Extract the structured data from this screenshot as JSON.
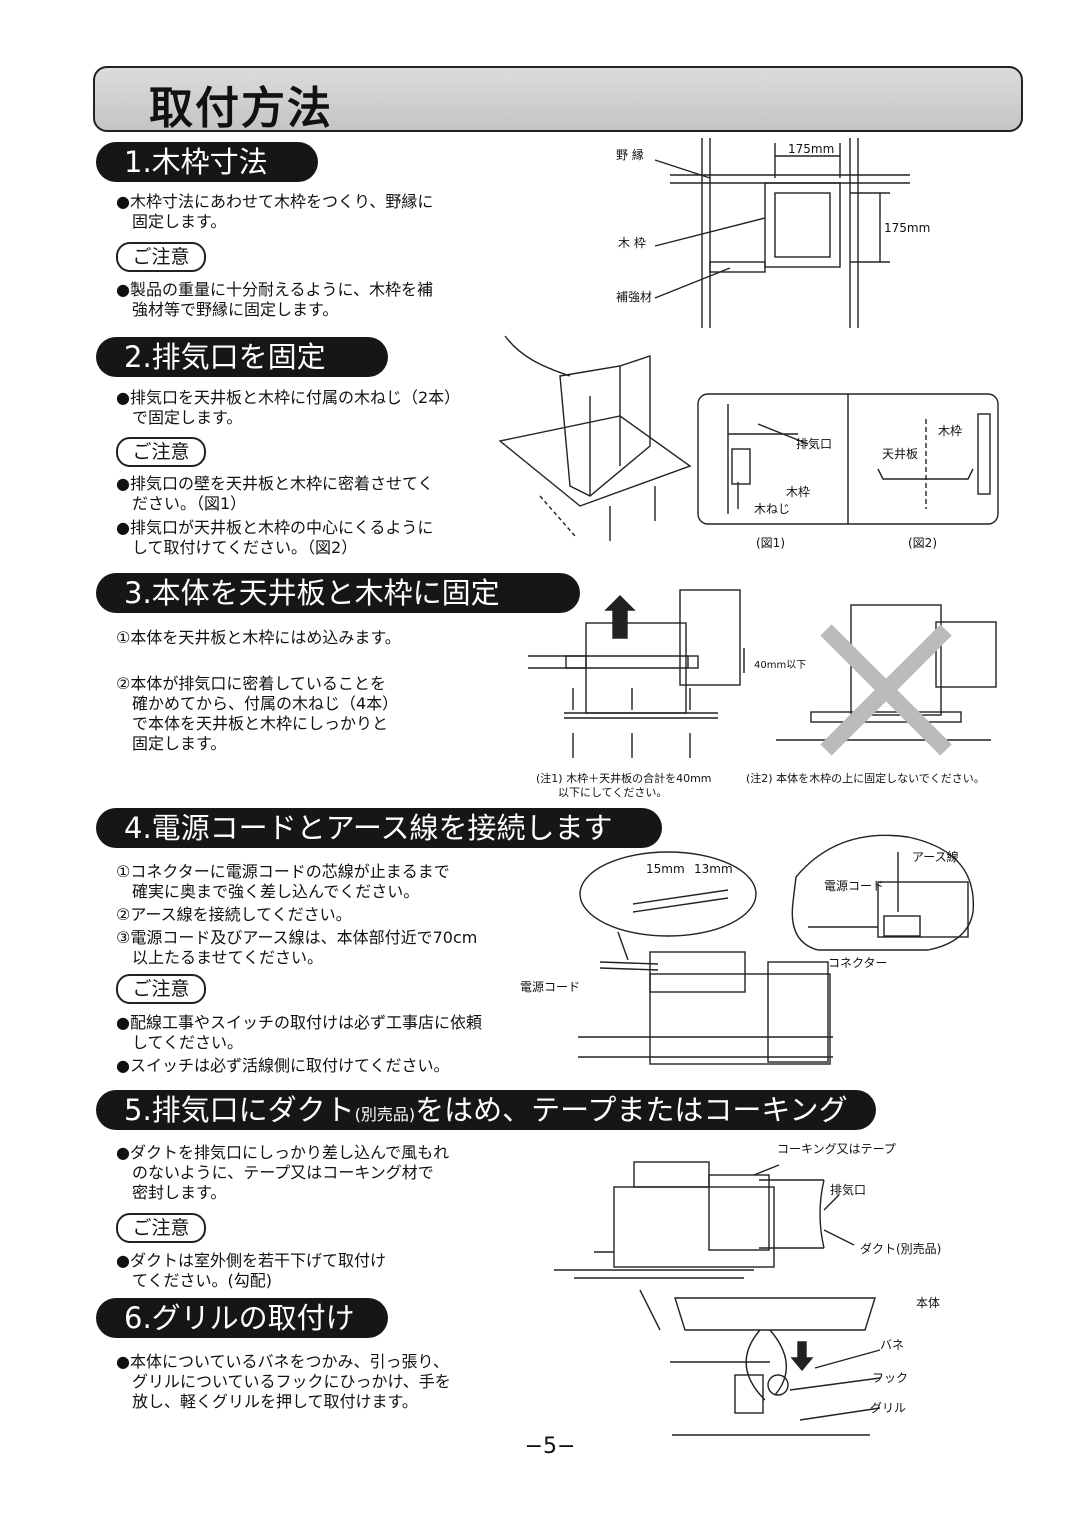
{
  "page_title": "取付方法",
  "caution_label": "ご注意",
  "page_number": "−5−",
  "s1": {
    "heading": "1.木枠寸法",
    "bullet1": [
      "●木枠寸法にあわせて木枠をつくり、野縁に",
      "　固定します。"
    ],
    "caution1": [
      "●製品の重量に十分耐えるように、木枠を補",
      "　強材等で野縁に固定します。"
    ],
    "fig": {
      "label_noen": "野 縁",
      "label_wakuwaku": "木 枠",
      "label_hokyo": "補強材",
      "dim_w": "175mm",
      "dim_h": "175mm"
    }
  },
  "s2": {
    "heading": "2.排気口を固定",
    "bullet1": [
      "●排気口を天井板と木枠に付属の木ねじ（2本）",
      "　で固定します。"
    ],
    "caution1": [
      "●排気口の壁を天井板と木枠に密着させてく",
      "　ださい。（図1）"
    ],
    "caution2": [
      "●排気口が天井板と木枠の中心にくるように",
      "　して取付けてください。（図2）"
    ],
    "fig": {
      "label_haikiguchi": "排気口",
      "label_mokuwaku": "木枠",
      "label_neji": "木ねじ",
      "label_tenjo": "天井板",
      "label_mokuwaku2": "木枠",
      "cap1": "(図1)",
      "cap2": "(図2)"
    }
  },
  "s3": {
    "heading": "3.本体を天井板と木枠に固定",
    "step1": "①本体を天井板と木枠にはめ込みます。",
    "step2": [
      "②本体が排気口に密着していることを",
      "　確かめてから、付属の木ねじ（4本）",
      "　で本体を天井板と木枠にしっかりと",
      "　固定します。"
    ],
    "dim": "40mm以下",
    "note1": [
      "(注1) 木枠＋天井板の合計を40mm",
      "以下にしてください。"
    ],
    "note2": "(注2) 本体を木枠の上に固定しないでください。"
  },
  "s4": {
    "heading": "4.電源コードとアース線を接続します",
    "step1": [
      "①コネクターに電源コードの芯線が止まるまで",
      "　確実に奥まで強く差し込んでください。"
    ],
    "step2": "②アース線を接続してください。",
    "step3": [
      "③電源コード及びアース線は、本体部付近で70cm",
      "　以上たるませてください。"
    ],
    "caution1": [
      "●配線工事やスイッチの取付けは必ず工事店に依頼",
      "　してください。"
    ],
    "caution2": "●スイッチは必ず活線側に取付けてください。",
    "fig": {
      "dim1": "15mm",
      "dim2": "13mm",
      "label_cord": "電源コード",
      "label_cord2": "電源コード",
      "label_earth": "アース線",
      "label_connector": "コネクター"
    }
  },
  "s5": {
    "heading_main": "5.排気口にダクト",
    "heading_small": "(別売品)",
    "heading_tail": "をはめ、テープまたはコーキング",
    "bullet1": [
      "●ダクトを排気口にしっかり差し込んで風もれ",
      "　のないように、テープ又はコーキング材で",
      "　密封します。"
    ],
    "caution1": [
      "●ダクトは室外側を若干下げて取付け",
      "　てください。(勾配)"
    ],
    "fig": {
      "label_caulk": "コーキング又はテープ",
      "label_haiki": "排気口",
      "label_duct": "ダクト(別売品)"
    }
  },
  "s6": {
    "heading": "6.グリルの取付け",
    "bullet1": [
      "●本体についているバネをつかみ、引っ張り、",
      "　グリルについているフックにひっかけ、手を",
      "　放し、軽くグリルを押して取付けます。"
    ],
    "fig": {
      "label_hontai": "本体",
      "label_bane": "バネ",
      "label_hook": "フック",
      "label_grill": "グリル"
    }
  }
}
